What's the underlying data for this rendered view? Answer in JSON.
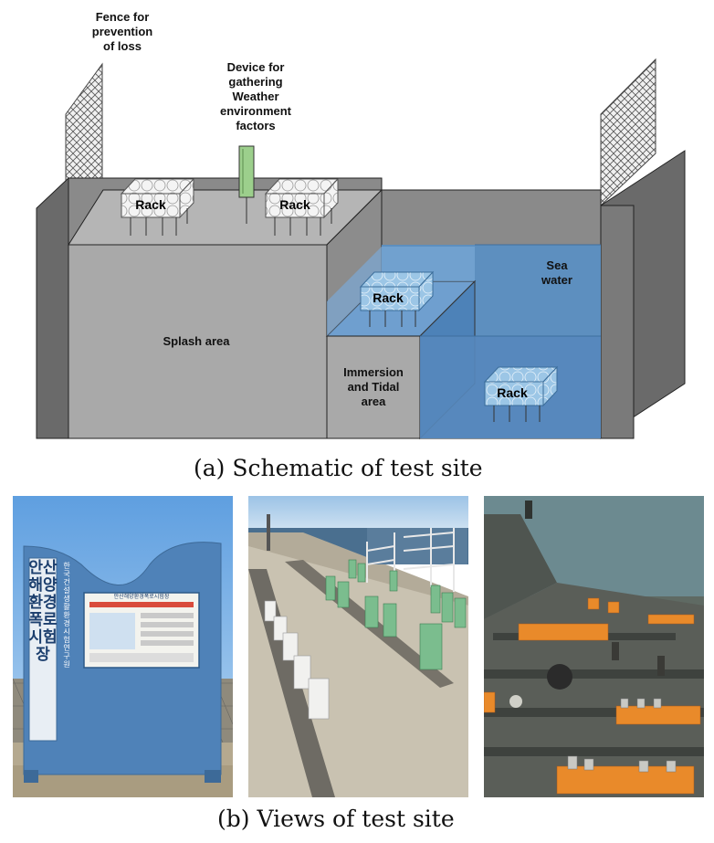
{
  "schematic": {
    "labels": {
      "fence": "Fence for\nprevention\nof loss",
      "device": "Device for\ngathering\nWeather\nenvironment\nfactors",
      "rack": "Rack",
      "splash": "Splash area",
      "immersion": "Immersion\nand Tidal\narea",
      "sea": "Sea\nwater"
    },
    "caption": "(a) Schematic of test site"
  },
  "photos": {
    "sign_title": "안산해양환경폭로시험장",
    "sign_subtitle": "한국건설생활환경시험연구원",
    "sign_board_title": "안산해양환경폭로시험장",
    "caption": "(b) Views of test site"
  },
  "colors": {
    "wall_gray": "#6e6e6e",
    "block_gray": "#a9a9a9",
    "sea_blue": "#5b8fc2",
    "device_green": "#9ccf8c"
  }
}
